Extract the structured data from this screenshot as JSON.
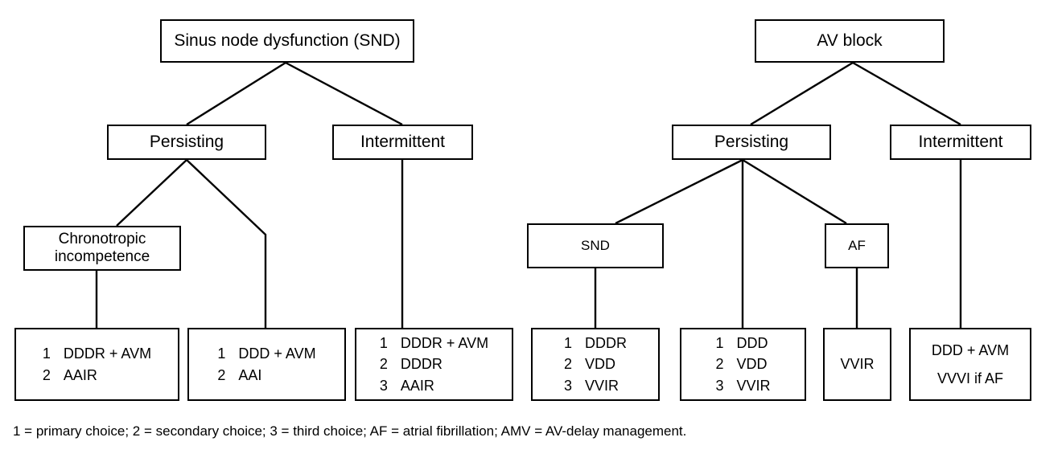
{
  "diagram": {
    "title_hidden": "Pacemaker mode selection algorithm",
    "footnote": "1 = primary choice; 2 = secondary choice; 3 = third choice; AF = atrial fibrillation; AMV = AV-delay management.",
    "line_color": "#000000",
    "box_fill": "#ffffff",
    "nodes": {
      "snd_root": "Sinus node dysfunction (SND)",
      "avb_root": "AV block",
      "snd_persisting": "Persisting",
      "snd_intermittent": "Intermittent",
      "avb_persisting": "Persisting",
      "avb_intermittent": "Intermittent",
      "chronotropic": "Chronotropic\nincompetence",
      "avb_snd": "SND",
      "avb_af": "AF",
      "leaf_vvir": "VVIR"
    },
    "leaves": {
      "chrono_options": [
        {
          "num": "1",
          "text": "DDDR + AVM"
        },
        {
          "num": "2",
          "text": "AAIR"
        }
      ],
      "snd_persisting_options": [
        {
          "num": "1",
          "text": "DDD + AVM"
        },
        {
          "num": "2",
          "text": "AAI"
        }
      ],
      "snd_intermittent_options": [
        {
          "num": "1",
          "text": "DDDR + AVM"
        },
        {
          "num": "2",
          "text": "DDDR"
        },
        {
          "num": "3",
          "text": "AAIR"
        }
      ],
      "avb_snd_options": [
        {
          "num": "1",
          "text": "DDDR"
        },
        {
          "num": "2",
          "text": "VDD"
        },
        {
          "num": "3",
          "text": "VVIR"
        }
      ],
      "avb_persisting_options": [
        {
          "num": "1",
          "text": "DDD"
        },
        {
          "num": "2",
          "text": "VDD"
        },
        {
          "num": "3",
          "text": "VVIR"
        }
      ],
      "avb_intermittent_lines": "DDD + AVM\nVVVI if  AF"
    }
  }
}
